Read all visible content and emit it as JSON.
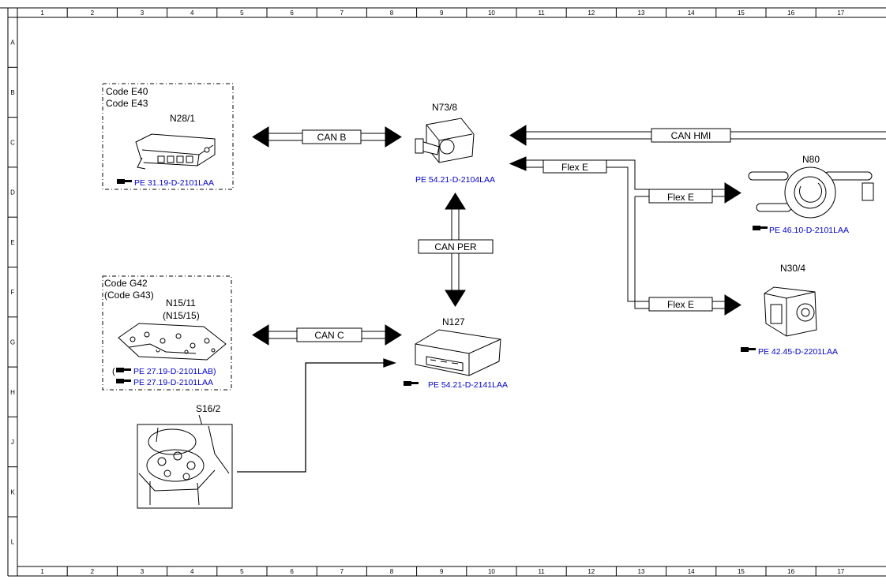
{
  "grid": {
    "columns": [
      "1",
      "2",
      "3",
      "4",
      "5",
      "6",
      "7",
      "8",
      "9",
      "10",
      "11",
      "12",
      "13",
      "14",
      "15",
      "16",
      "17"
    ],
    "rows": [
      "A",
      "B",
      "C",
      "D",
      "E",
      "F",
      "G",
      "H",
      "J",
      "K",
      "L"
    ]
  },
  "boxes": {
    "e40": {
      "code1": "Code E40",
      "code2": "Code E43",
      "component": "N28/1",
      "ref": "PE 31.19-D-2101LAA"
    },
    "g42": {
      "code1": "Code G42",
      "code2": "(Code G43)",
      "component1": "N15/11",
      "component2": "(N15/15)",
      "ref1_open": "(",
      "ref1": "PE 27.19-D-2101LAB)",
      "ref2": "PE 27.19-D-2101LAA"
    }
  },
  "components": {
    "n73": {
      "label": "N73/8",
      "ref": "PE 54.21-D-2104LAA"
    },
    "n127": {
      "label": "N127",
      "ref": "PE 54.21-D-2141LAA"
    },
    "n80": {
      "label": "N80",
      "ref": "PE 46.10-D-2101LAA"
    },
    "n30": {
      "label": "N30/4",
      "ref": "PE 42.45-D-2201LAA"
    },
    "s16": {
      "label": "S16/2"
    }
  },
  "buses": {
    "can_b": "CAN B",
    "can_c": "CAN C",
    "can_per": "CAN PER",
    "can_hmi": "CAN HMI",
    "flex_top": "Flex E",
    "flex_n80": "Flex E",
    "flex_n30": "Flex E"
  },
  "colors": {
    "line": "#000000",
    "reference_link": "#0000cc",
    "background": "#ffffff"
  }
}
